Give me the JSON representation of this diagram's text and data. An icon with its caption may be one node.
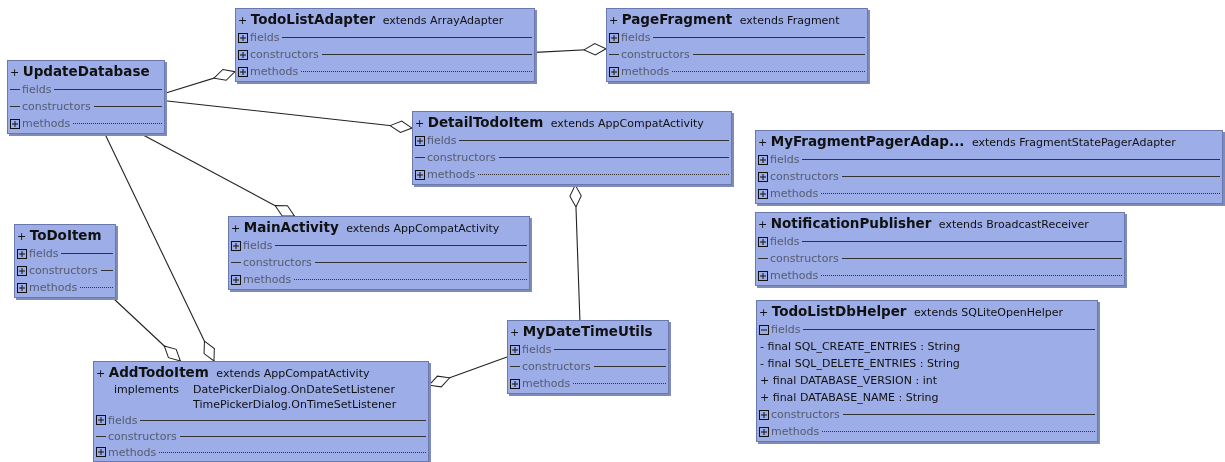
{
  "diagram": {
    "nodes": [
      {
        "text": [
          "+ **TodoListAdapter** extends ArrayAdapter",
          "fields",
          "constructors",
          "methods"
        ]
      },
      {
        "text": [
          "+ **PageFragment** extends Fragment",
          "fields",
          "constructors",
          "methods"
        ]
      },
      {
        "text": [
          "+ **UpdateDatabase**",
          "fields",
          "constructors",
          "methods"
        ]
      },
      {
        "text": [
          "+ **DetailTodoItem** extends AppCompatActivity",
          "fields",
          "constructors",
          "methods"
        ]
      },
      {
        "text": [
          "+ **MyFragmentPagerAdap...** extends FragmentStatePagerAdapter",
          "fields",
          "constructors",
          "methods"
        ]
      },
      {
        "text": [
          "+ **MainActivity** extends AppCompatActivity",
          "fields",
          "constructors",
          "methods"
        ]
      },
      {
        "text": [
          "+ **NotificationPublisher** extends BroadcastReceiver",
          "fields",
          "constructors",
          "methods"
        ]
      },
      {
        "text": [
          "+ **ToDoItem**",
          "fields",
          "constructors",
          "methods"
        ]
      },
      {
        "text": [
          "+ **TodoListDbHelper** extends SQLiteOpenHelper",
          "fields",
          "- final SQL_CREATE_ENTRIES : String",
          "- final SQL_DELETE_ENTRIES : String",
          "+ final DATABASE_VERSION : int",
          "+ final DATABASE_NAME : String",
          "constructors",
          "methods"
        ]
      },
      {
        "text": [
          "+ **MyDateTimeUtils**",
          "fields",
          "constructors",
          "methods"
        ]
      },
      {
        "text": [
          "+ **AddTodoItem** extends AppCompatActivity",
          "implements",
          "DatePickerDialog.OnDateSetListener",
          "TimePickerDialog.OnTimeSetListener",
          "fields",
          "constructors",
          "methods"
        ]
      }
    ],
    "edges": [
      {
        "from": 2,
        "to": 0,
        "arrow": "other"
      },
      {
        "from": 0,
        "to": 1,
        "arrow": "other"
      },
      {
        "from": 2,
        "to": 3,
        "arrow": "other"
      },
      {
        "from": 2,
        "to": 5,
        "arrow": "other"
      },
      {
        "from": 2,
        "to": 10,
        "arrow": "other"
      },
      {
        "from": 7,
        "to": 10,
        "arrow": "other"
      },
      {
        "from": 9,
        "to": 3,
        "arrow": "other"
      },
      {
        "from": 9,
        "to": 10,
        "arrow": "other"
      }
    ]
  }
}
